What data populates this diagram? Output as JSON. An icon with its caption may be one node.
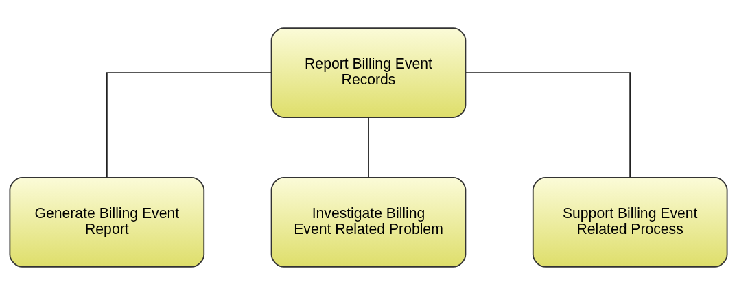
{
  "diagram": {
    "nodes": [
      {
        "text": [
          "Report Billing Event Records"
        ]
      },
      {
        "text": [
          "Generate Billing Event Report"
        ]
      },
      {
        "text": [
          "Investigate Billing Event Related Problem"
        ]
      },
      {
        "text": [
          "Support Billing Event Related Process"
        ]
      }
    ],
    "edges": [
      {
        "from": 0,
        "to": 1,
        "arrow": "none"
      },
      {
        "from": 0,
        "to": 2,
        "arrow": "none"
      },
      {
        "from": 0,
        "to": 3,
        "arrow": "none"
      }
    ]
  }
}
